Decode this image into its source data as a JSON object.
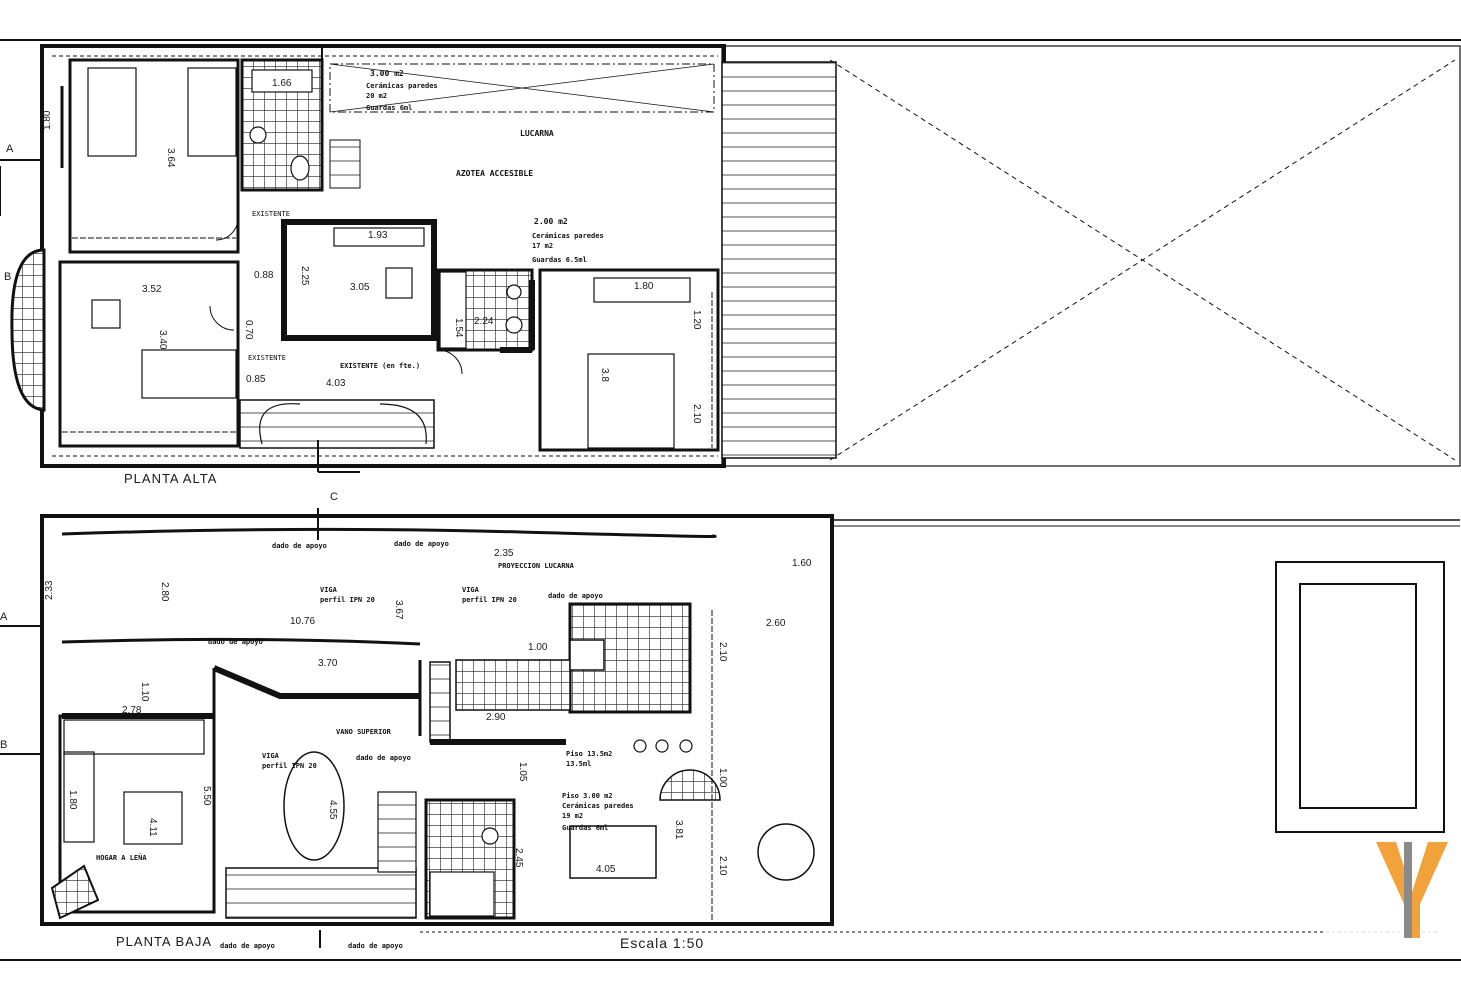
{
  "upper_floor": {
    "title": "PLANTA ALTA",
    "dims": [
      "1.66",
      "3.64",
      "1.80",
      "1.93",
      "3.52",
      "3.40",
      "2.25",
      "3.05",
      "0.85",
      "4.03",
      "0.88",
      "0.70",
      "1.54",
      "2.24",
      "3.8",
      "2.10",
      "1.20",
      "1.80"
    ],
    "notes": {
      "bath_top": [
        "3.00 m2",
        "Cerámicas paredes",
        "20 m2",
        "Guardas 6ml"
      ],
      "bath_mid": [
        "2.00 m2",
        "Cerámicas paredes",
        "17 m2",
        "Guardas 6.5ml"
      ],
      "lucarna": "LUCARNA",
      "azotea": "AZOTEA ACCESIBLE",
      "existente1": "EXISTENTE",
      "existente2": "EXISTENTE",
      "existente3": "EXISTENTE (en fte.)"
    }
  },
  "ground_floor": {
    "title": "PLANTA BAJA",
    "dims": [
      "2.33",
      "2.80",
      "10.76",
      "3.67",
      "3.70",
      "2.35",
      "1.60",
      "2.60",
      "2.78",
      "1.10",
      "1.00",
      "2.90",
      "2.10",
      "1.00",
      "4.11",
      "1.80",
      "5.50",
      "4.55",
      "1.05",
      "2.45",
      "4.05",
      "3.81",
      "2.10"
    ],
    "notes": {
      "dado1": "dado de apoyo",
      "dado2": "dado de apoyo",
      "dado3": "dado de apoyo",
      "dado4": "dado de apoyo",
      "dado5": "dado de apoyo",
      "dado6": "dado de apoyo",
      "dado7": "dado de apoyo",
      "viga1": [
        "VIGA",
        "perfil IPN 20"
      ],
      "viga2": [
        "VIGA",
        "perfil IPN 20"
      ],
      "viga3": [
        "VIGA",
        "perfil IPN 20"
      ],
      "proyeccion": "PROYECCION LUCARNA",
      "vano": "VANO SUPERIOR",
      "piso1": [
        "Piso 13.5m2",
        "13.5ml"
      ],
      "piso2": [
        "Piso 3.00 m2",
        "Cerámicas paredes",
        "19 m2",
        "Guardas 6ml"
      ],
      "hogar": "HOGAR A LEÑA"
    }
  },
  "section_marks": {
    "a": "A",
    "b": "B",
    "c": "C"
  },
  "scale": "Escala 1:50",
  "logo": {
    "letter": "Y",
    "colors": [
      "#f2a23a",
      "#8a8a8a"
    ]
  }
}
